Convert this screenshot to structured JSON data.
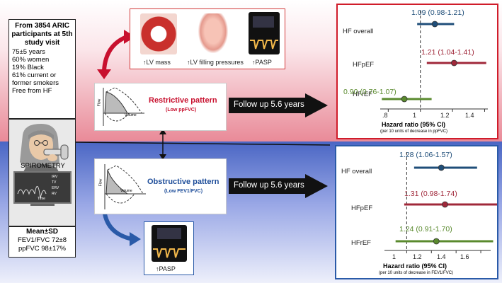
{
  "cohort": {
    "title": "From 3854 ARIC participants at 5th study visit",
    "lines": [
      "75±5 years",
      "60% women",
      "19% Black",
      "61% current or former smokers",
      "Free from HF"
    ]
  },
  "spirometry": {
    "label": "SPIROMETRY",
    "monitor_labels": [
      "IRV",
      "TV",
      "ERV",
      "RV"
    ],
    "time_label": "Time"
  },
  "stats": {
    "title": "Mean±SD",
    "fev_line": "FEV1/FVC 72±8",
    "ppfvc_line": "ppFVC 98±17%"
  },
  "top_images": [
    {
      "label": "↑LV mass"
    },
    {
      "label": "↑LV filling pressures"
    },
    {
      "label": "↑PASP"
    }
  ],
  "bottom_image": {
    "label": "↑PASP"
  },
  "restrictive": {
    "title": "Restrictive pattern",
    "subtitle": "(Low ppFVC)",
    "flow_label": "Flow",
    "volume_label": "Volume"
  },
  "obstructive": {
    "title": "Obstructive pattern",
    "subtitle": "(Low FEV1/FVC)",
    "flow_label": "Flow",
    "volume_label": "Volume"
  },
  "follow_up": {
    "top": "Follow up 5.6 years",
    "bottom": "Follow up 5.6 years"
  },
  "colors": {
    "red": "#c8102e",
    "blue": "#1f4e9a",
    "hf_overall": "#1f4e79",
    "hfpef": "#a0283a",
    "hfref": "#5a8a2e"
  },
  "chart_data": [
    {
      "type": "forest",
      "xlim": [
        0.75,
        1.42
      ],
      "ticks": [
        0.8,
        1,
        1.2,
        1.4
      ],
      "tick_labels": [
        ".8",
        "1",
        "1.2",
        "1.4"
      ],
      "xlabel": "Hazard ratio (95% CI)",
      "note": "(per 10 units of decrease in ppFVC)",
      "rows": [
        {
          "label": "HF overall",
          "hr": 1.09,
          "lo": 0.98,
          "hi": 1.21,
          "text": "1.09 (0.98-1.21)"
        },
        {
          "label": "HFpEF",
          "hr": 1.21,
          "lo": 1.04,
          "hi": 1.41,
          "text": "1.21 (1.04-1.41)"
        },
        {
          "label": "HFrEF",
          "hr": 0.9,
          "lo": 0.76,
          "hi": 1.07,
          "text": "0.90 (0.76-1.07)"
        }
      ]
    },
    {
      "type": "forest",
      "xlim": [
        0.82,
        1.68
      ],
      "ticks": [
        1,
        1.2,
        1.4,
        1.6
      ],
      "tick_labels": [
        "1",
        "1.2",
        "1.4",
        "1.6"
      ],
      "xlabel": "Hazard ratio (95% CI)",
      "note": "(per 10 units of decrease in FEV1/FVC)",
      "rows": [
        {
          "label": "HF overall",
          "hr": 1.28,
          "lo": 1.06,
          "hi": 1.57,
          "text": "1.28 (1.06-1.57)"
        },
        {
          "label": "HFpEF",
          "hr": 1.31,
          "lo": 0.98,
          "hi": 1.74,
          "text": "1.31 (0.98-1.74)"
        },
        {
          "label": "HFrEF",
          "hr": 1.24,
          "lo": 0.91,
          "hi": 1.7,
          "text": "1.24 (0.91-1.70)"
        }
      ]
    }
  ]
}
